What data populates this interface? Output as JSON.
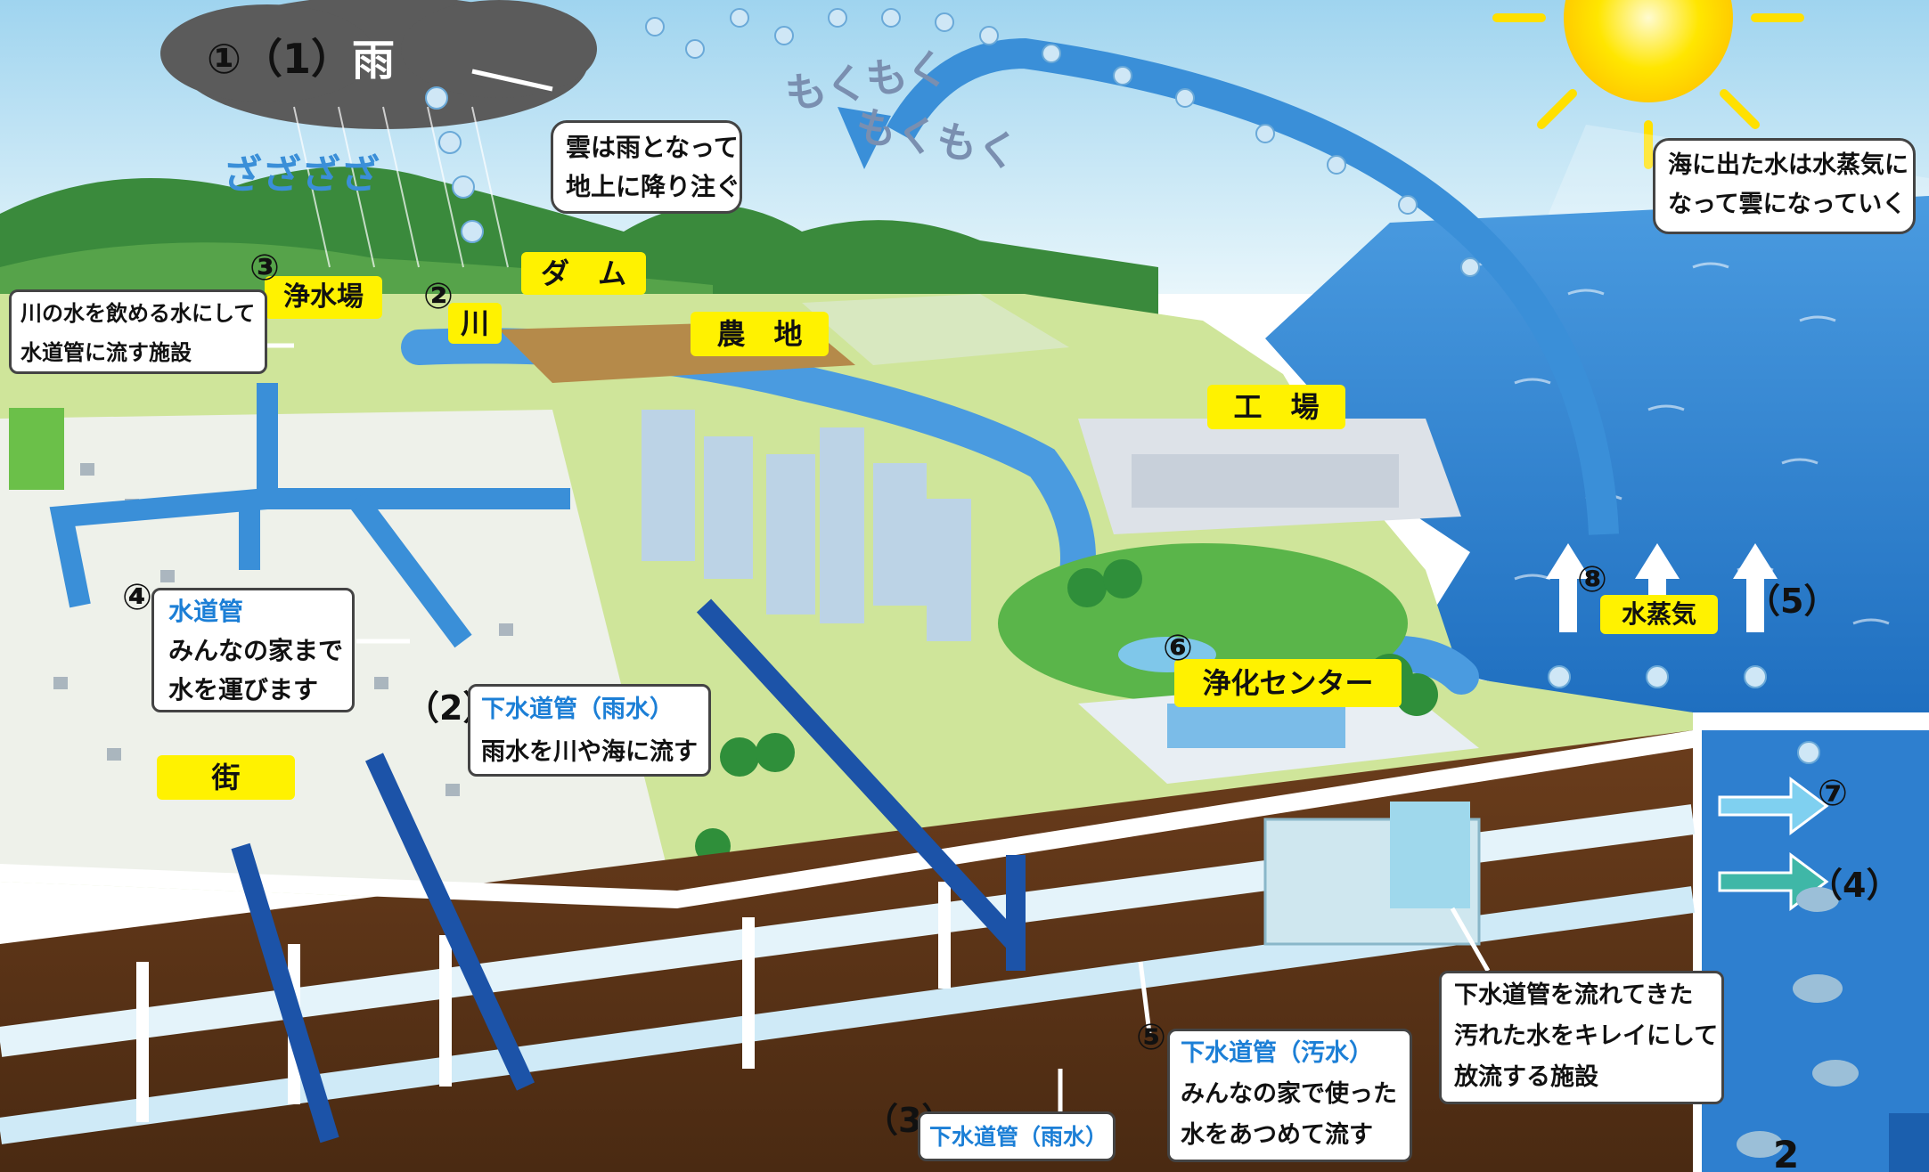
{
  "rain": {
    "marker": "①（1）",
    "title": "雨",
    "sound": "ざざざざ",
    "caption_1": "雲は雨となって",
    "caption_2": "地上に降り注ぐ"
  },
  "sky": {
    "mokumoku_1": "もくもく",
    "mokumoku_2": "もくもく",
    "sea_caption_1": "海に出た水は水蒸気に",
    "sea_caption_2": "なって雲になっていく"
  },
  "tags": {
    "dam": "ダ　ム",
    "farm": "農　地",
    "factory": "工　場",
    "river": "川",
    "purification_plant": "浄水場",
    "town": "街",
    "cleaning_center": "浄化センター",
    "vapor": "水蒸気"
  },
  "markers": {
    "m3": "③",
    "m2": "②",
    "m4": "④",
    "m5": "⑤",
    "m6": "⑥",
    "m7": "⑦",
    "m8": "⑧",
    "s2": "（2）",
    "s3": "（3）",
    "s4": "（4）",
    "s5": "（5）",
    "page": "2"
  },
  "boxes": {
    "purification": {
      "line1": "川の水を飲める水にして",
      "line2": "水道管に流す施設"
    },
    "water_pipe": {
      "title": "水道管",
      "line1": "みんなの家まで",
      "line2": "水を運びます"
    },
    "storm_pipe": {
      "title": "下水道管（雨水）",
      "line1": "雨水を川や海に流す"
    },
    "sewage_pipe": {
      "title": "下水道管（汚水）",
      "line1": "みんなの家で使った",
      "line2": "水をあつめて流す"
    },
    "treatment": {
      "line1": "下水道管を流れてきた",
      "line2": "汚れた水をキレイにして",
      "line3": "放流する施設"
    },
    "storm_pipe_bottom": {
      "title": "下水道管（雨水）"
    }
  },
  "colors": {
    "sky": "#bfe4f5",
    "sea": "#2f7fcf",
    "arrow": "#3a8fd8",
    "tag": "#fff200",
    "soil": "#5a3318",
    "ground": "#cfe59a"
  }
}
